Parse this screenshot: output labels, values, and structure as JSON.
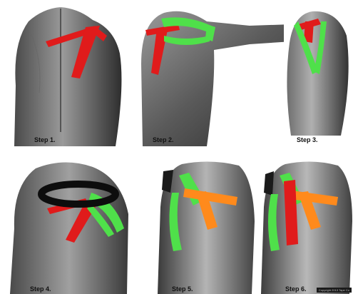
{
  "steps": [
    {
      "label": "Step 1."
    },
    {
      "label": "Step 2."
    },
    {
      "label": "Step 3."
    },
    {
      "label": "Step 4."
    },
    {
      "label": "Step 5."
    },
    {
      "label": "Step 6."
    }
  ],
  "watermark": "Copyright 2013 Tape Co",
  "colors": {
    "tape_red": "#e01b1b",
    "tape_green": "#4fe04a",
    "tape_orange": "#ff8a1c",
    "tape_black": "#0d0d0d",
    "skin_dark": "#3a3a3a",
    "skin_light": "#a8a8a8"
  }
}
